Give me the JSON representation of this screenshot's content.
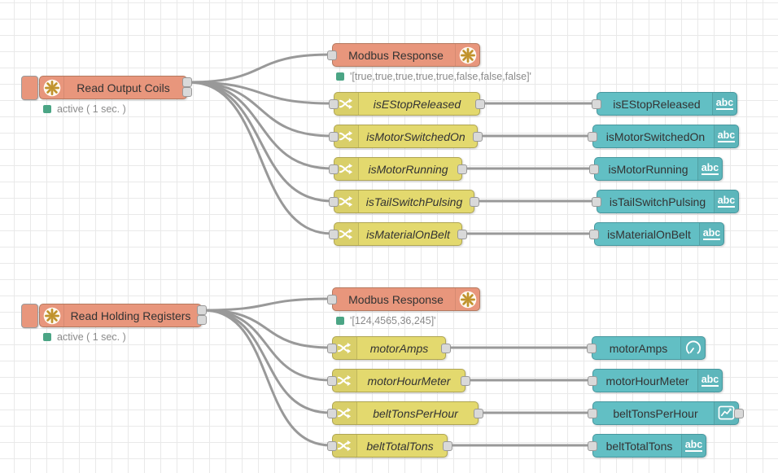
{
  "editor": {
    "kind": "flow-canvas"
  },
  "colors": {
    "modbus_node": "#E8967C",
    "change_node": "#E3D96E",
    "dashboard_node": "#62BFC4",
    "wire": "#999999",
    "status_green": "#4BA585",
    "grid_line": "#e9e9e9"
  },
  "icons": {
    "abc_label": "abc"
  },
  "nodes": {
    "read_output_coils": {
      "label": "Read Output Coils",
      "status": "active ( 1 sec. )",
      "type": "modbus-read",
      "icon": "modbus-flower-icon"
    },
    "modbus_response_1": {
      "label": "Modbus Response",
      "status": "'[true,true,true,true,true,false,false,false]'",
      "type": "modbus-response",
      "icon": "modbus-flower-icon"
    },
    "ch_is_estop_released": {
      "label": "isEStopReleased",
      "type": "change",
      "icon": "shuffle-icon"
    },
    "ch_is_motor_switched_on": {
      "label": "isMotorSwitchedOn",
      "type": "change",
      "icon": "shuffle-icon"
    },
    "ch_is_motor_running": {
      "label": "isMotorRunning",
      "type": "change",
      "icon": "shuffle-icon"
    },
    "ch_is_tail_switch_pulsing": {
      "label": "isTailSwitchPulsing",
      "type": "change",
      "icon": "shuffle-icon"
    },
    "ch_is_material_on_belt": {
      "label": "isMaterialOnBelt",
      "type": "change",
      "icon": "shuffle-icon"
    },
    "ui_is_estop_released": {
      "label": "isEStopReleased",
      "type": "ui-text",
      "icon": "abc-icon"
    },
    "ui_is_motor_switched_on": {
      "label": "isMotorSwitchedOn",
      "type": "ui-text",
      "icon": "abc-icon"
    },
    "ui_is_motor_running": {
      "label": "isMotorRunning",
      "type": "ui-text",
      "icon": "abc-icon"
    },
    "ui_is_tail_switch_pulsing": {
      "label": "isTailSwitchPulsing",
      "type": "ui-text",
      "icon": "abc-icon"
    },
    "ui_is_material_on_belt": {
      "label": "isMaterialOnBelt",
      "type": "ui-text",
      "icon": "abc-icon"
    },
    "read_holding_registers": {
      "label": "Read Holding Registers",
      "status": "active ( 1 sec. )",
      "type": "modbus-read",
      "icon": "modbus-flower-icon"
    },
    "modbus_response_2": {
      "label": "Modbus Response",
      "status": "'[124,4565,36,245]'",
      "type": "modbus-response",
      "icon": "modbus-flower-icon"
    },
    "ch_motor_amps": {
      "label": "motorAmps",
      "type": "change",
      "icon": "shuffle-icon"
    },
    "ch_motor_hour_meter": {
      "label": "motorHourMeter",
      "type": "change",
      "icon": "shuffle-icon"
    },
    "ch_belt_tons_per_hour": {
      "label": "beltTonsPerHour",
      "type": "change",
      "icon": "shuffle-icon"
    },
    "ch_belt_total_tons": {
      "label": "beltTotalTons",
      "type": "change",
      "icon": "shuffle-icon"
    },
    "ui_motor_amps": {
      "label": "motorAmps",
      "type": "ui-gauge",
      "icon": "gauge-icon"
    },
    "ui_motor_hour_meter": {
      "label": "motorHourMeter",
      "type": "ui-text",
      "icon": "abc-icon"
    },
    "ui_belt_tons_per_hour": {
      "label": "beltTonsPerHour",
      "type": "ui-chart",
      "icon": "chart-icon"
    },
    "ui_belt_total_tons": {
      "label": "beltTotalTons",
      "type": "ui-text",
      "icon": "abc-icon"
    }
  },
  "connections": [
    {
      "from": "read_output_coils",
      "out": 1,
      "to": "modbus_response_1"
    },
    {
      "from": "read_output_coils",
      "out": 1,
      "to": "ch_is_estop_released"
    },
    {
      "from": "read_output_coils",
      "out": 1,
      "to": "ch_is_motor_switched_on"
    },
    {
      "from": "read_output_coils",
      "out": 1,
      "to": "ch_is_motor_running"
    },
    {
      "from": "read_output_coils",
      "out": 1,
      "to": "ch_is_tail_switch_pulsing"
    },
    {
      "from": "read_output_coils",
      "out": 1,
      "to": "ch_is_material_on_belt"
    },
    {
      "from": "ch_is_estop_released",
      "out": 1,
      "to": "ui_is_estop_released"
    },
    {
      "from": "ch_is_motor_switched_on",
      "out": 1,
      "to": "ui_is_motor_switched_on"
    },
    {
      "from": "ch_is_motor_running",
      "out": 1,
      "to": "ui_is_motor_running"
    },
    {
      "from": "ch_is_tail_switch_pulsing",
      "out": 1,
      "to": "ui_is_tail_switch_pulsing"
    },
    {
      "from": "ch_is_material_on_belt",
      "out": 1,
      "to": "ui_is_material_on_belt"
    },
    {
      "from": "read_holding_registers",
      "out": 1,
      "to": "modbus_response_2"
    },
    {
      "from": "read_holding_registers",
      "out": 1,
      "to": "ch_motor_amps"
    },
    {
      "from": "read_holding_registers",
      "out": 1,
      "to": "ch_motor_hour_meter"
    },
    {
      "from": "read_holding_registers",
      "out": 1,
      "to": "ch_belt_tons_per_hour"
    },
    {
      "from": "read_holding_registers",
      "out": 1,
      "to": "ch_belt_total_tons"
    },
    {
      "from": "ch_motor_amps",
      "out": 1,
      "to": "ui_motor_amps"
    },
    {
      "from": "ch_motor_hour_meter",
      "out": 1,
      "to": "ui_motor_hour_meter"
    },
    {
      "from": "ch_belt_tons_per_hour",
      "out": 1,
      "to": "ui_belt_tons_per_hour"
    },
    {
      "from": "ch_belt_total_tons",
      "out": 1,
      "to": "ui_belt_total_tons"
    }
  ]
}
